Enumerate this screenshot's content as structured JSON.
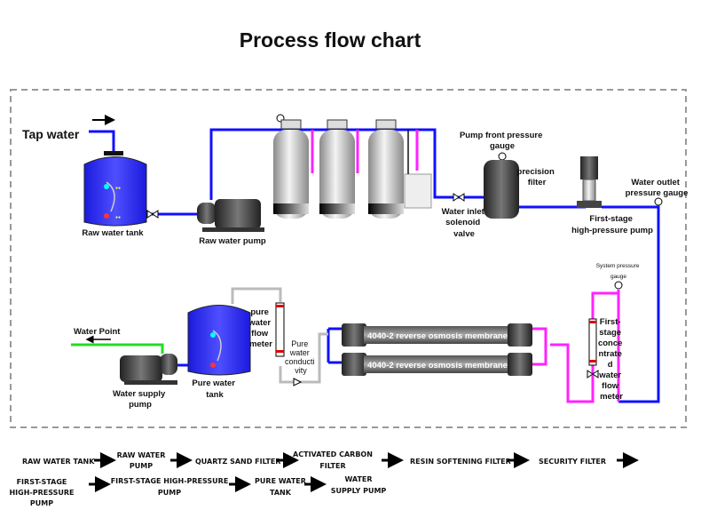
{
  "title": "Process flow chart",
  "colors": {
    "raw_pipe": "#1010ff",
    "concentrate_pipe": "#ff22ff",
    "pure_pipe": "#bbbbbb",
    "supply_pipe": "#22dd22",
    "tank": "#2a2aff"
  },
  "labels": {
    "tap_water": "Tap water",
    "raw_water_tank": "Raw water tank",
    "raw_water_pump": "Raw water pump",
    "pump_front_pressure_gauge": [
      "Pump front pressure",
      "gauge"
    ],
    "precision_filter": [
      "precision",
      "filter"
    ],
    "water_inlet_solenoid_valve": [
      "Water inlet",
      "solenoid",
      "valve"
    ],
    "water_outlet_pressure_gauge": [
      "Water outlet",
      "pressure gauge"
    ],
    "first_stage_hp_pump": [
      "First-stage",
      "high-pressure pump"
    ],
    "system_pressure_gauge": [
      "System pressure",
      "gauge"
    ],
    "concentrated_flow_meter": [
      "First-",
      "stage",
      "conce",
      "ntrate",
      "d",
      "water",
      "flow",
      "meter"
    ],
    "membrane_1": "4040-2 reverse osmosis membrane",
    "membrane_2": "4040-2 reverse osmosis membrane",
    "pure_water_flow_meter": [
      "pure",
      "water",
      "flow",
      "meter"
    ],
    "pure_water_conductivity": [
      "Pure",
      "water",
      "conducti",
      "vity"
    ],
    "pure_water_tank": [
      "Pure water",
      "tank"
    ],
    "water_point": "Water Point",
    "water_supply_pump": [
      "Water supply",
      "pump"
    ]
  },
  "process_sequence": {
    "row1": [
      [
        "RAW WATER TANK"
      ],
      [
        "RAW WATER",
        "PUMP"
      ],
      [
        "QUARTZ SAND FILTER"
      ],
      [
        "ACTIVATED CARBON",
        "FILTER"
      ],
      [
        "RESIN SOFTENING FILTER"
      ],
      [
        "SECURITY FILTER"
      ]
    ],
    "row2": [
      [
        "FIRST-STAGE",
        "HIGH-PRESSURE",
        "PUMP"
      ],
      [
        "FIRST-STAGE HIGH-PRESSURE",
        "PUMP"
      ],
      [
        "PURE WATER",
        "TANK"
      ],
      [
        "WATER",
        "SUPPLY PUMP"
      ]
    ]
  }
}
